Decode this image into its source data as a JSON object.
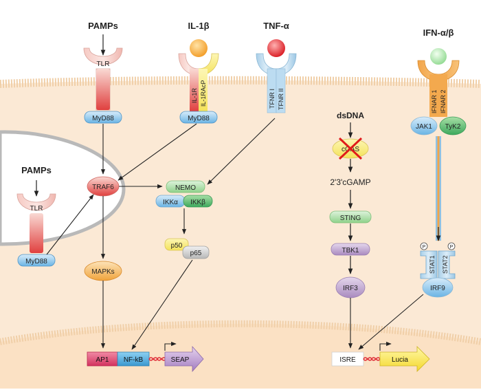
{
  "pathways": {
    "tlr": {
      "ligand": "PAMPs",
      "receptor": "TLR",
      "adaptor": "MyD88"
    },
    "il1": {
      "ligand": "IL-1β",
      "receptor_1": "IL-1R",
      "receptor_2": "IL-1RAcP",
      "adaptor": "MyD88"
    },
    "tnf": {
      "ligand": "TNF-α",
      "receptor_1": "TFNR I",
      "receptor_2": "TFNR II"
    },
    "ifn": {
      "ligand": "IFN-α/β",
      "receptor_1": "IFNAR 1",
      "receptor_2": "IFNAR 2",
      "kinase_1": "JAK1",
      "kinase_2": "TyK2"
    },
    "endosome": {
      "ligand": "PAMPs",
      "receptor": "TLR",
      "adaptor": "MyD88"
    },
    "cgas": {
      "ligand": "dsDNA",
      "sensor": "cGAS",
      "messenger": "2'3'cGAMP",
      "sting": "STING",
      "tbk1": "TBK1",
      "irf3": "IRF3"
    }
  },
  "nfkb": {
    "traf6": "TRAF6",
    "nemo": "NEMO",
    "ikka": "IKKα",
    "ikkb": "IKKβ",
    "p50": "p50",
    "p65": "p65",
    "mapks": "MAPKs"
  },
  "jak_stat": {
    "phospho_1": "P",
    "phospho_2": "P",
    "stat1": "STAT1",
    "stat2": "STAT2",
    "irf9": "IRF9"
  },
  "reporters": {
    "ap1": "AP1",
    "nfkb": "NF-kB",
    "seap": "SEAP",
    "isre": "ISRE",
    "lucia": "Lucia"
  }
}
